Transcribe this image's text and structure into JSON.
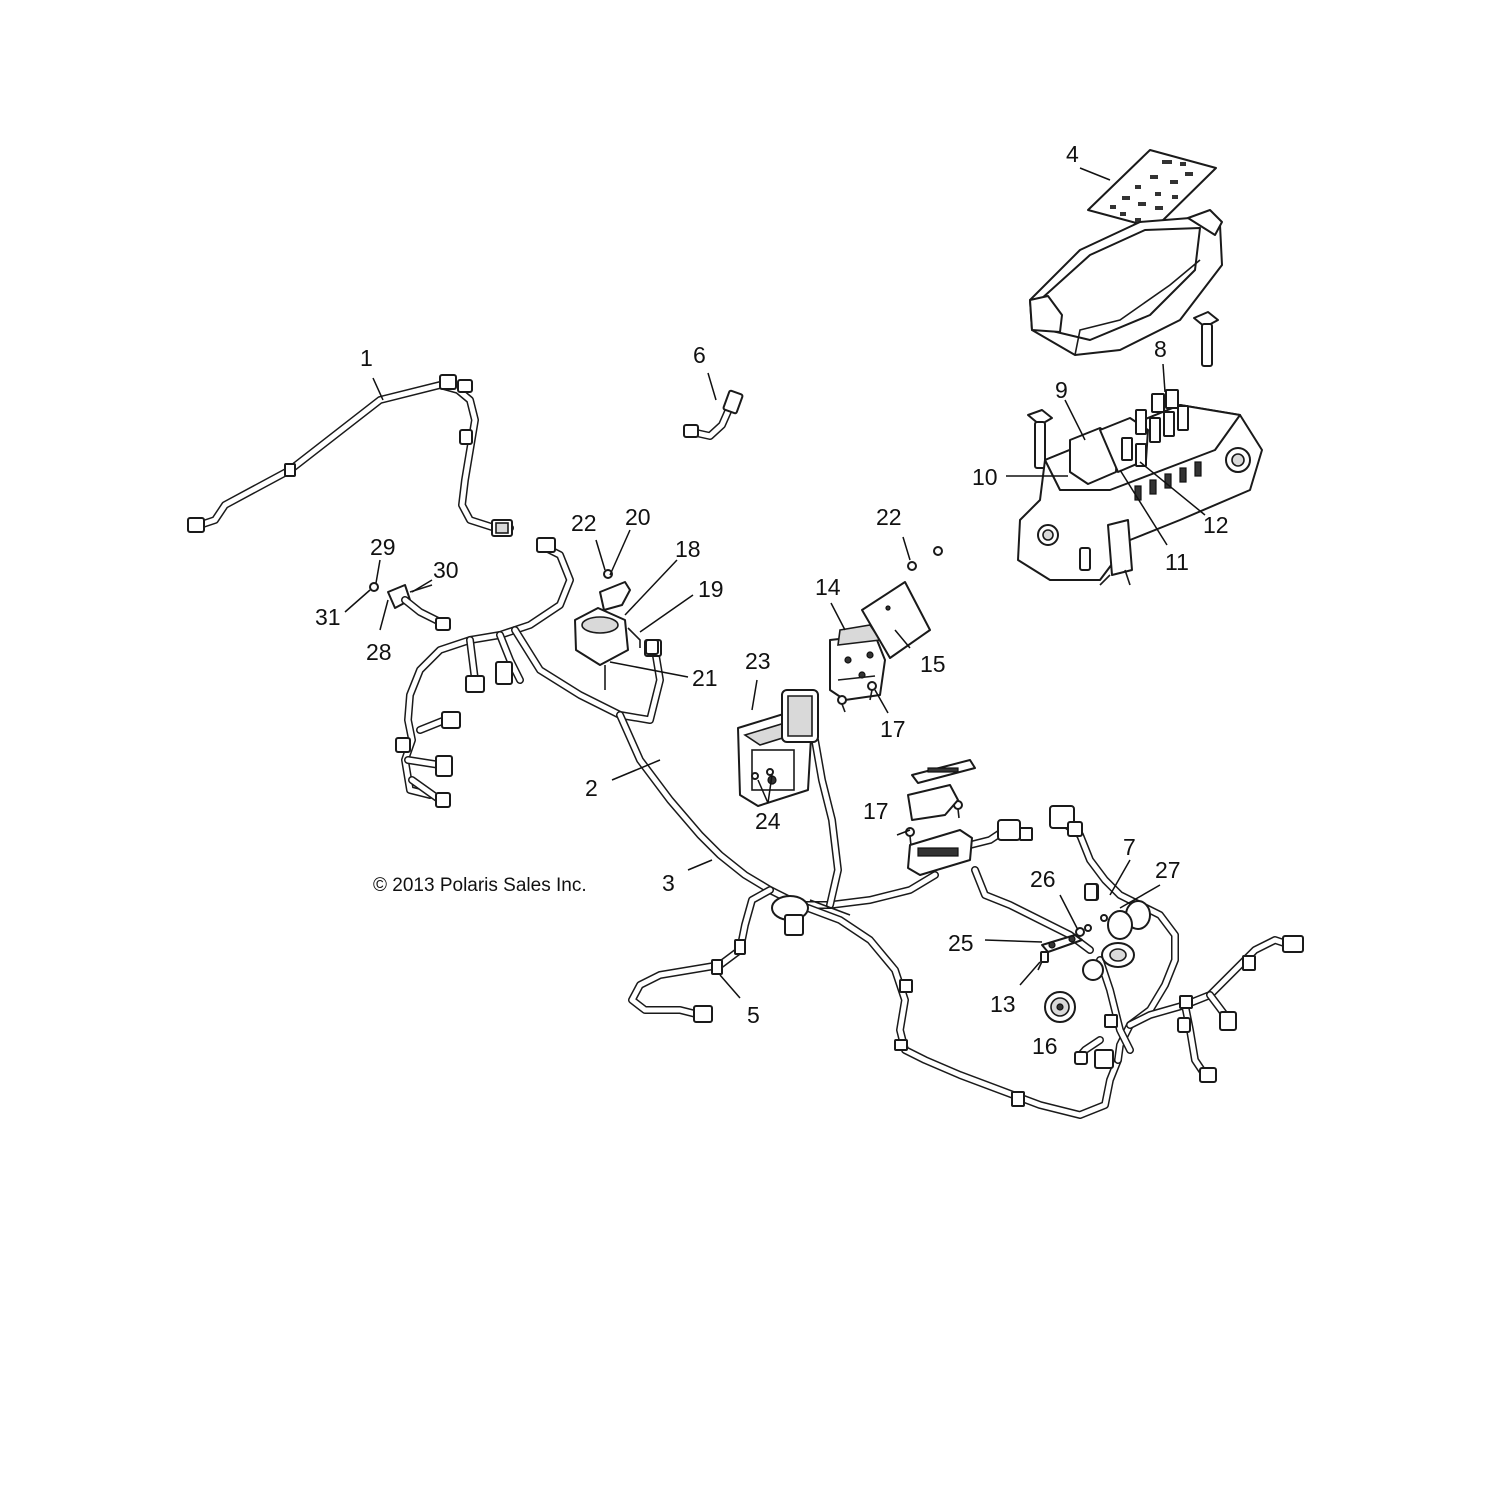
{
  "copyright": "© 2013 Polaris Sales Inc.",
  "callouts": [
    "1",
    "2",
    "3",
    "4",
    "5",
    "6",
    "7",
    "8",
    "9",
    "10",
    "11",
    "12",
    "13",
    "14",
    "15",
    "16",
    "17",
    "17",
    "18",
    "19",
    "20",
    "21",
    "22",
    "22",
    "23",
    "24",
    "25",
    "26",
    "27",
    "28",
    "29",
    "30",
    "31"
  ]
}
